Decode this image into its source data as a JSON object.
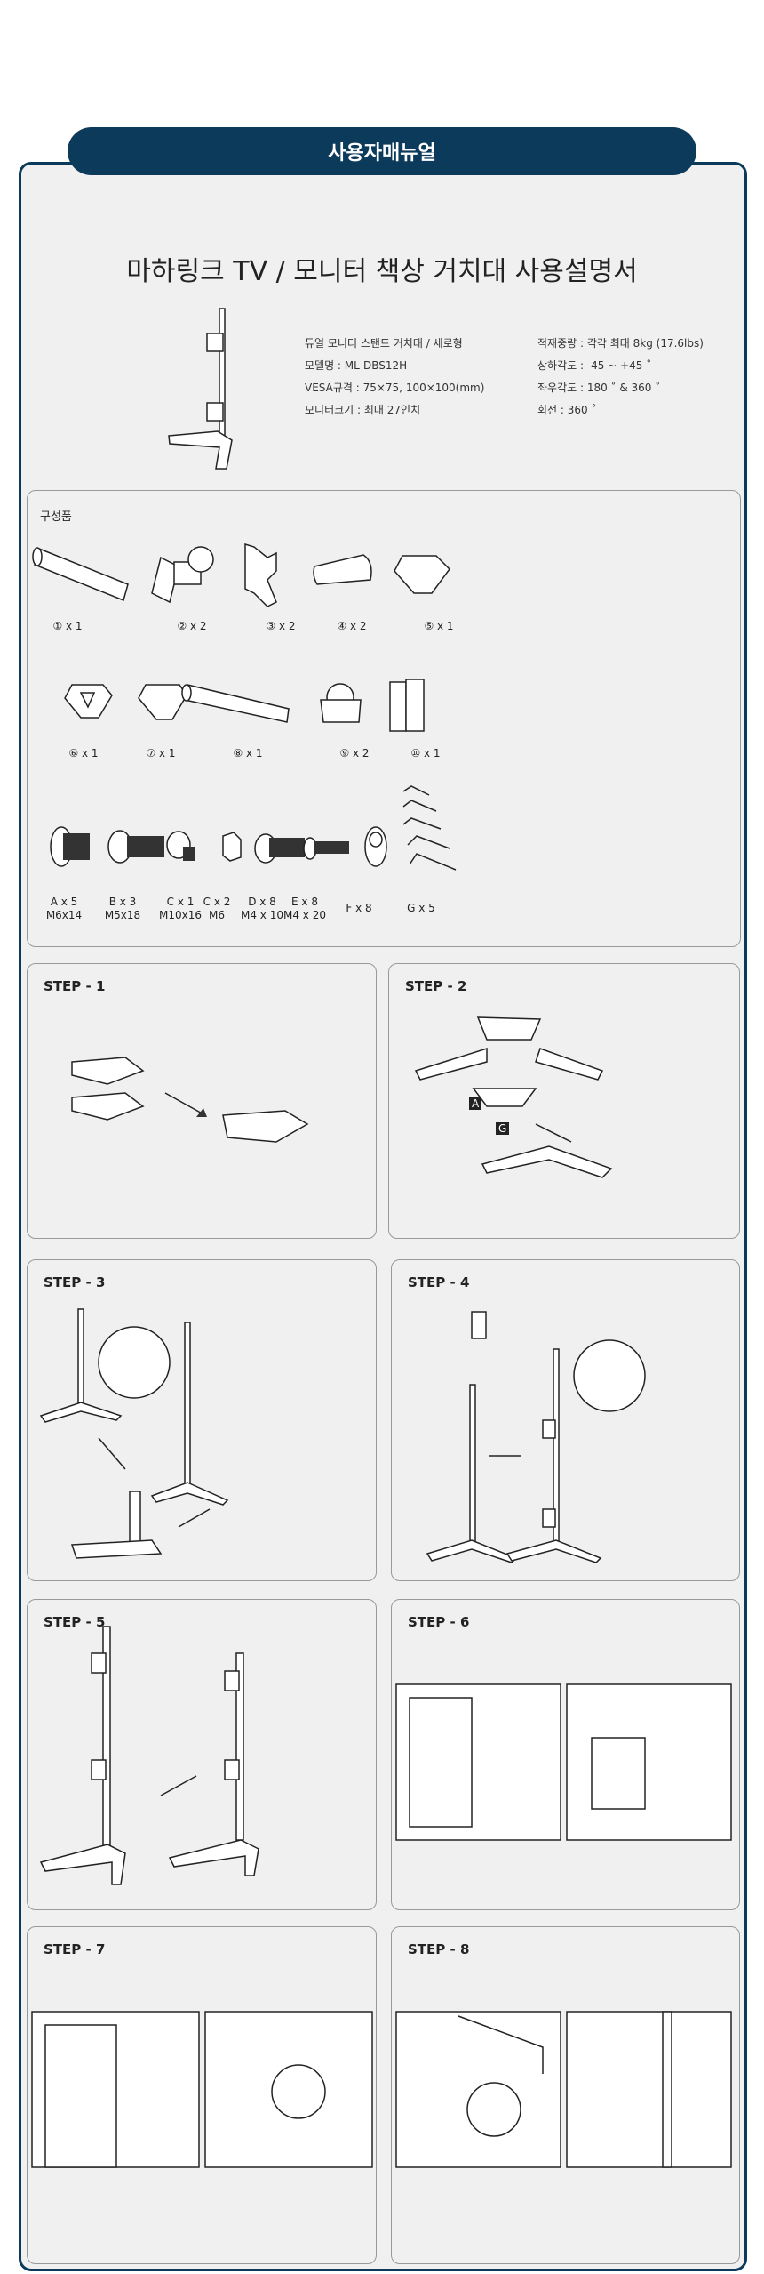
{
  "header": {
    "badge": "사용자매뉴얼"
  },
  "title": "마하링크 TV / 모니터 책상 거치대 사용설명서",
  "specs_left": [
    "듀얼 모니터 스탠드 거치대 / 세로형",
    "모델명 : ML-DBS12H",
    "VESA규격 : 75×75, 100×100(mm)",
    "모니터크기 : 최대 27인치"
  ],
  "specs_right": [
    "적재중량 : 각각 최대 8kg (17.6lbs)",
    "상하각도 : -45 ~ +45 ˚",
    "좌우각도 : 180 ˚ & 360 ˚",
    "회전 : 360 ˚"
  ],
  "parts": {
    "title": "구성품",
    "row1": [
      "① x 1",
      "② x 2",
      "③ x 2",
      "④ x 2",
      "⑤ x 1"
    ],
    "row2": [
      "⑥ x 1",
      "⑦ x 1",
      "⑧ x 1",
      "⑨ x 2",
      "⑩ x 1"
    ],
    "hardware": [
      {
        "qty": "A x 5",
        "size": "M6x14"
      },
      {
        "qty": "B x 3",
        "size": "M5x18"
      },
      {
        "qty": "C x 1",
        "size": "M10x16"
      },
      {
        "qty": "C x 2",
        "size": "M6"
      },
      {
        "qty": "D x 8",
        "size": "M4 x 10"
      },
      {
        "qty": "E x 8",
        "size": "M4 x 20"
      },
      {
        "qty": "F x 8",
        "size": ""
      },
      {
        "qty": "G x 5",
        "size": ""
      }
    ]
  },
  "steps": [
    "STEP - 1",
    "STEP - 2",
    "STEP - 3",
    "STEP - 4",
    "STEP - 5",
    "STEP - 6",
    "STEP - 7",
    "STEP - 8"
  ],
  "labels": {
    "a": "A",
    "b": "B",
    "c": "C",
    "d": "D",
    "e": "E",
    "f": "F",
    "g": "G"
  }
}
